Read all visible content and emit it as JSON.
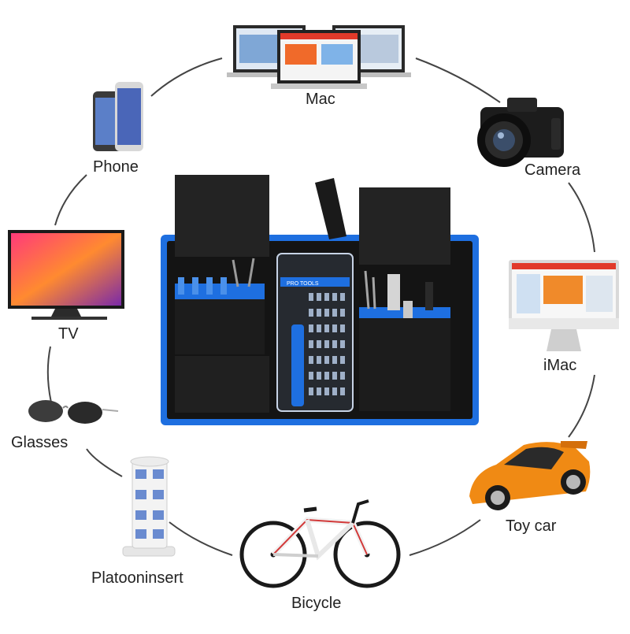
{
  "labels": {
    "mac": "Mac",
    "camera": "Camera",
    "imac": "iMac",
    "toy_car": "Toy car",
    "bicycle": "Bicycle",
    "power_strip": "Platooninsert",
    "glasses": "Glasses",
    "tv": "TV",
    "phone": "Phone"
  },
  "kit": {
    "case_brand": "PRO TOOLS"
  },
  "colors": {
    "accent_blue": "#1e6fe0",
    "kit_black": "#111111",
    "car_orange": "#f08a14",
    "frame_ring": "#444444"
  }
}
